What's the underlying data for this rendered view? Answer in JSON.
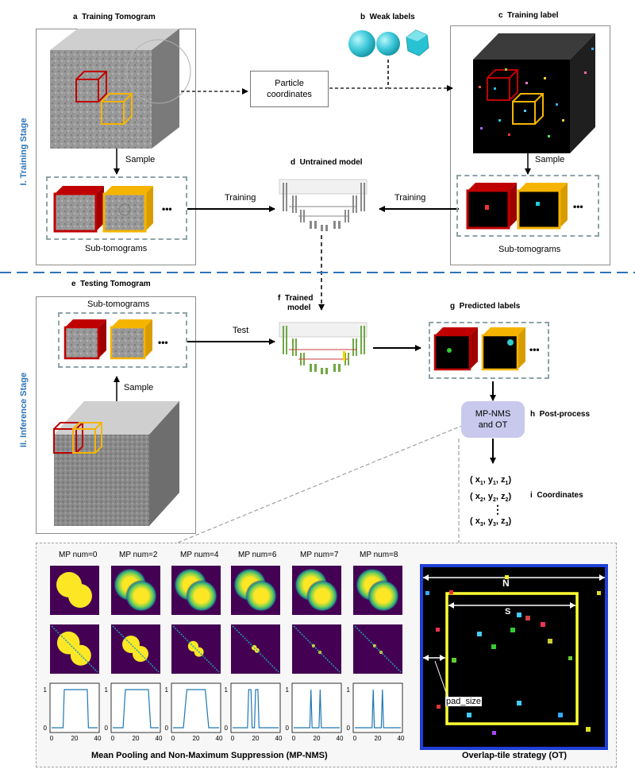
{
  "stages": {
    "training": "I. Training Stage",
    "inference": "II. Inference Stage"
  },
  "panels": {
    "a": {
      "letter": "a",
      "title": "Training Tomogram",
      "sample": "Sample",
      "sub": "Sub-tomograms"
    },
    "b": {
      "letter": "b",
      "title": "Weak labels"
    },
    "c": {
      "letter": "c",
      "title": "Training label",
      "sample": "Sample",
      "sub": "Sub-tomograms"
    },
    "d": {
      "letter": "d",
      "title": "Untrained model"
    },
    "e": {
      "letter": "e",
      "title": "Testing Tomogram",
      "sub": "Sub-tomograms",
      "sample": "Sample"
    },
    "f": {
      "letter": "f",
      "title_line1": "Trained",
      "title_line2": "model"
    },
    "g": {
      "letter": "g",
      "title": "Predicted labels"
    },
    "h": {
      "letter": "h",
      "title": "Post-process",
      "box_line1": "MP-NMS",
      "box_line2": "and OT"
    },
    "i": {
      "letter": "i",
      "title": "Coordinates"
    }
  },
  "particle_coordinates": {
    "line1": "Particle",
    "line2": "coordinates"
  },
  "arrows": {
    "training_left": "Training",
    "training_right": "Training",
    "test": "Test"
  },
  "ellipsis": "•••",
  "coordinates": [
    {
      "open": "(",
      "x": "x",
      "xs": "1",
      "y": "y",
      "ys": "1",
      "z": "z",
      "zs": "1",
      "close": ")"
    },
    {
      "open": "(",
      "x": "x",
      "xs": "2",
      "y": "y",
      "ys": "2",
      "z": "z",
      "zs": "2",
      "close": ")"
    },
    {
      "open": "(",
      "x": "x",
      "xs": "3",
      "y": "y",
      "ys": "3",
      "z": "z",
      "zs": "3",
      "close": ")"
    }
  ],
  "mp_nms": {
    "caption": "Mean Pooling and Non-Maximum Suppression (MP-NMS)",
    "columns": [
      "MP num=0",
      "MP num=2",
      "MP num=4",
      "MP num=6",
      "MP num=7",
      "MP num=8"
    ],
    "y_ticks": [
      "1",
      "0"
    ],
    "x_ticks": [
      "0",
      "20",
      "40"
    ]
  },
  "ot": {
    "caption": "Overlap-tile strategy (OT)",
    "n_label": "N",
    "s_label": "S",
    "pad_label": "pad_size"
  },
  "colors": {
    "stage_blue": "#2e74b5",
    "red_cube": "#c00000",
    "yellow_cube": "#f5b400",
    "viridis_purple": "#440154",
    "viridis_yellow": "#fde725",
    "ot_border": "#1f3fd6"
  }
}
